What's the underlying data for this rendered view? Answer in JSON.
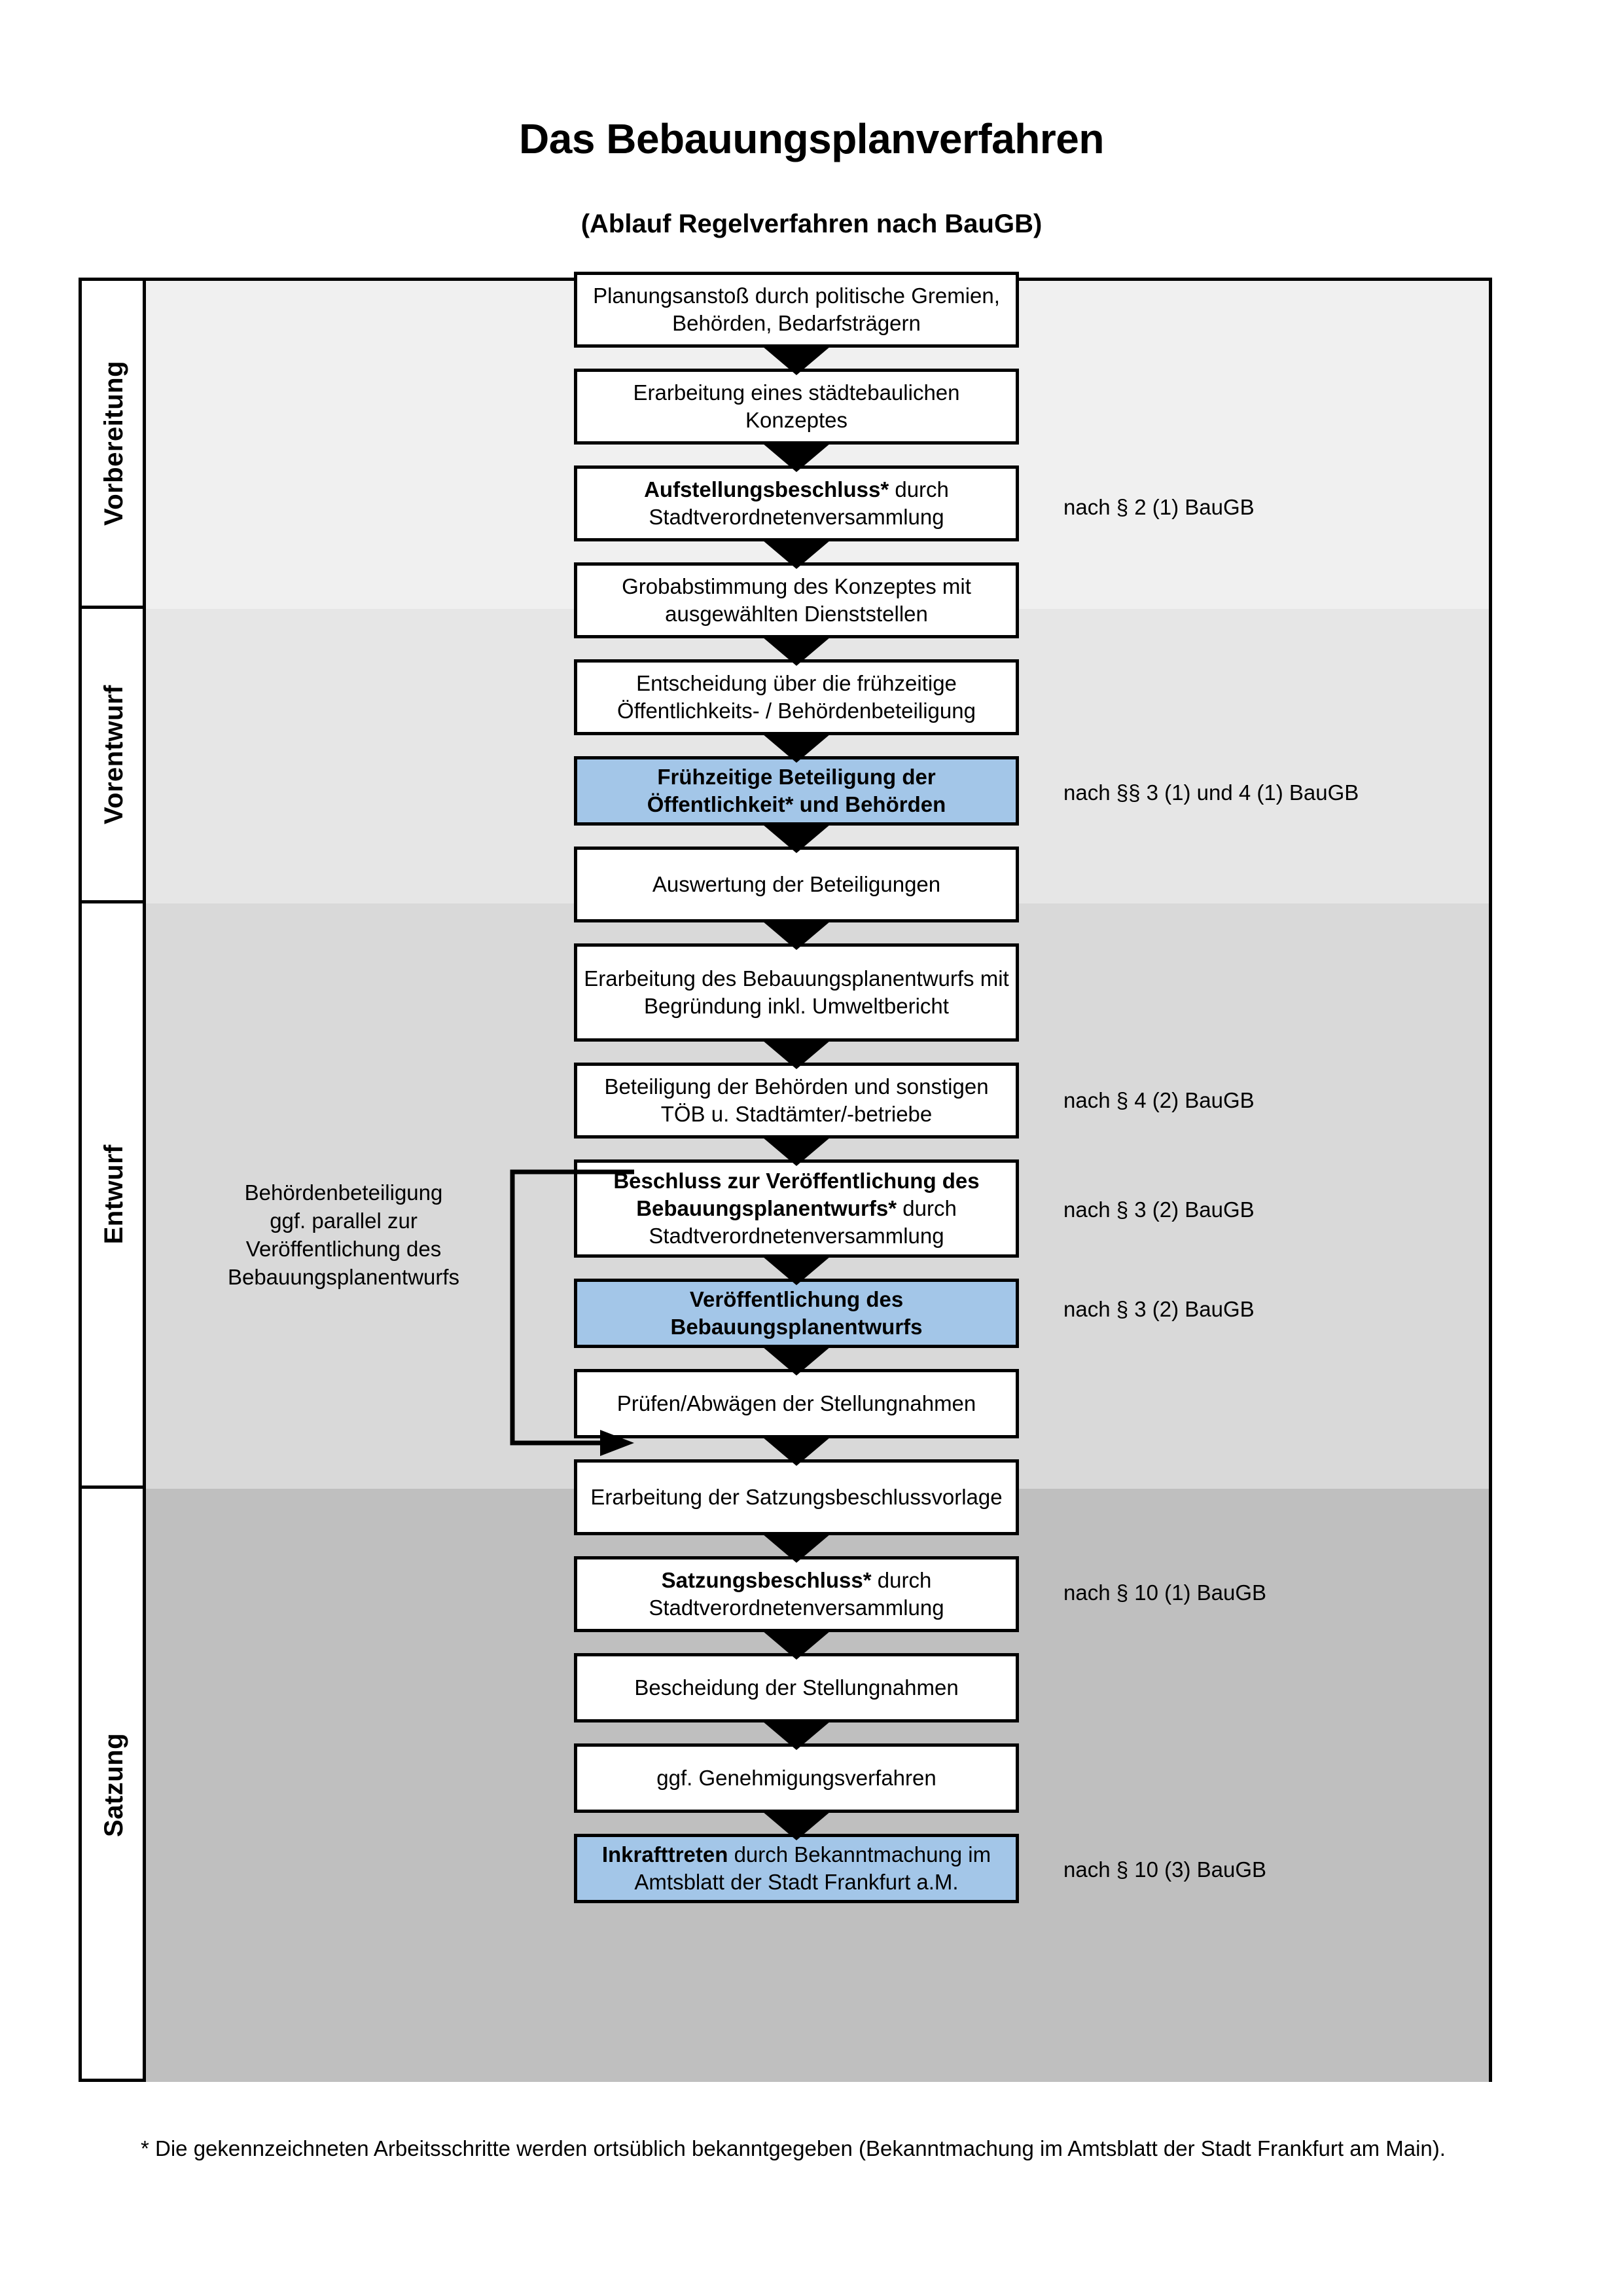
{
  "header": {
    "title": "Das Bebauungsplanverfahren",
    "subtitle": "(Ablauf Regelverfahren nach BauGB)"
  },
  "stages": [
    {
      "label": "Vorbereitung",
      "band_color": "#F0F0F0"
    },
    {
      "label": "Vorentwurf",
      "band_color": "#E6E6E6"
    },
    {
      "label": "Entwurf",
      "band_color": "#D9D9D9"
    },
    {
      "label": "Satzung",
      "band_color": "#BFBFBF"
    }
  ],
  "colors": {
    "highlight_blue": "#A3C6E8",
    "box_white": "#FFFFFF",
    "outline_black": "#000000"
  },
  "steps": [
    {
      "id": "planungsanstoss",
      "text": "Planungsanstoß durch politische Gremien, Behörden, Bedarfsträgern",
      "bold_prefix": "",
      "highlight": false
    },
    {
      "id": "konzept",
      "text": "Erarbeitung eines städtebaulichen Konzeptes",
      "bold_prefix": "",
      "highlight": false
    },
    {
      "id": "aufstellungsbeschluss",
      "text": " durch Stadtverordnetenversammlung",
      "bold_prefix": "Aufstellungsbeschluss*",
      "highlight": false
    },
    {
      "id": "grobabstimmung",
      "text": "Grobabstimmung des Konzeptes mit ausgewählten Dienststellen",
      "bold_prefix": "",
      "highlight": false
    },
    {
      "id": "entscheidung",
      "text": "Entscheidung über die frühzeitige Öffentlichkeits- / Behördenbeteiligung",
      "bold_prefix": "",
      "highlight": false
    },
    {
      "id": "fruehzeitige-beteiligung",
      "text": "",
      "bold_prefix": "Frühzeitige Beteiligung der Öffentlichkeit* und Behörden",
      "highlight": true
    },
    {
      "id": "auswertung",
      "text": "Auswertung der Beteiligungen",
      "bold_prefix": "",
      "highlight": false
    },
    {
      "id": "erarbeitung-entwurf",
      "text": "Erarbeitung des Bebauungsplanentwurfs mit Begründung inkl. Umweltbericht",
      "bold_prefix": "",
      "highlight": false
    },
    {
      "id": "behoerden-toeb",
      "text": "Beteiligung der Behörden und sonstigen TÖB u. Stadtämter/-betriebe",
      "bold_prefix": "",
      "highlight": false
    },
    {
      "id": "beschluss-veroeffentlichung",
      "text": " durch Stadtverordnetenversammlung",
      "bold_prefix": "Beschluss zur Veröffentlichung des Bebauungsplanentwurfs*",
      "highlight": false
    },
    {
      "id": "veroeffentlichung",
      "text": "",
      "bold_prefix": "Veröffentlichung des Bebauungsplanentwurfs",
      "highlight": true
    },
    {
      "id": "pruefen-abwaegen",
      "text": "Prüfen/Abwägen der Stellungnahmen",
      "bold_prefix": "",
      "highlight": false
    },
    {
      "id": "satzungsvorlage",
      "text": "Erarbeitung der Satzungsbeschlussvorlage",
      "bold_prefix": "",
      "highlight": false
    },
    {
      "id": "satzungsbeschluss",
      "text": " durch Stadtverordnetenversammlung",
      "bold_prefix": "Satzungsbeschluss*",
      "highlight": false
    },
    {
      "id": "bescheidung",
      "text": "Bescheidung der Stellungnahmen",
      "bold_prefix": "",
      "highlight": false
    },
    {
      "id": "genehmigung",
      "text": "ggf. Genehmigungsverfahren",
      "bold_prefix": "",
      "highlight": false
    },
    {
      "id": "inkrafttreten",
      "text": " durch Bekanntmachung im Amtsblatt der Stadt Frankfurt a.M.",
      "bold_prefix": "Inkrafttreten",
      "highlight": true
    }
  ],
  "legal_references": [
    {
      "id": "ref-2-1",
      "text": "nach § 2 (1) BauGB"
    },
    {
      "id": "ref-3-1-4-1",
      "text": "nach §§ 3 (1) und 4 (1) BauGB"
    },
    {
      "id": "ref-4-2",
      "text": "nach § 4 (2) BauGB"
    },
    {
      "id": "ref-3-2-a",
      "text": "nach § 3 (2) BauGB"
    },
    {
      "id": "ref-3-2-b",
      "text": "nach § 3 (2) BauGB"
    },
    {
      "id": "ref-10-1",
      "text": "nach § 10 (1) BauGB"
    },
    {
      "id": "ref-10-3",
      "text": "nach § 10 (3) BauGB"
    }
  ],
  "sidenote": {
    "line1": "Behördenbeteiligung",
    "line2": "ggf. parallel zur",
    "line3": "Veröffentlichung des",
    "line4": "Bebauungsplanentwurfs"
  },
  "footnote": {
    "text": "* Die gekennzeichneten Arbeitsschritte werden ortsüblich bekanntgegeben (Bekanntmachung im Amtsblatt  der Stadt Frankfurt am Main)."
  }
}
